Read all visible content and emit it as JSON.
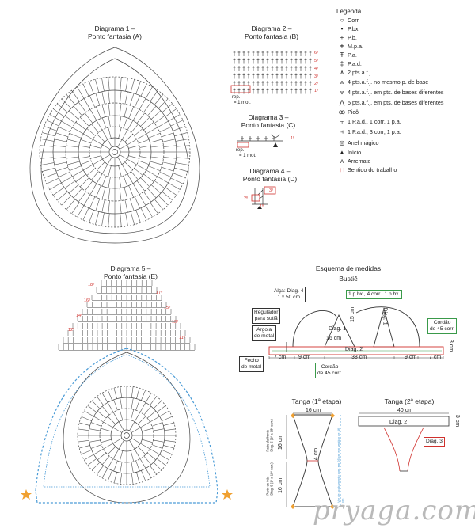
{
  "diagrams": {
    "d1": {
      "title1": "Diagrama 1 –",
      "title2": "Ponto fantasia (A)"
    },
    "d2": {
      "title1": "Diagrama 2 –",
      "title2": "Ponto fantasia (B)",
      "rows": [
        "6º",
        "5º",
        "4º",
        "3º",
        "2º",
        "1º"
      ],
      "rep": "rep.",
      "mot": "= 1 mot."
    },
    "d3": {
      "title1": "Diagrama 3 –",
      "title2": "Ponto fantasia (C)",
      "row": "1º",
      "rep": "rep.",
      "mot": "= 1 mot."
    },
    "d4": {
      "title1": "Diagrama 4 –",
      "title2": "Ponto fantasia (D)",
      "r3": "3º",
      "r2": "2º",
      "r1": "1º"
    },
    "d5": {
      "title1": "Diagrama 5 –",
      "title2": "Ponto fantasia (E)",
      "rows_left": [
        "18º",
        "16º",
        "14º",
        "12º"
      ],
      "rows_right": [
        "17º",
        "15º",
        "13º",
        "11º"
      ]
    }
  },
  "legend": {
    "title": "Legenda",
    "items": [
      {
        "sym": "○",
        "label": "Corr."
      },
      {
        "sym": "•",
        "label": "P.bx."
      },
      {
        "sym": "+",
        "label": "P.b."
      },
      {
        "sym": "ǂ",
        "label": "M.p.a."
      },
      {
        "sym": "Ŧ",
        "label": "P.a."
      },
      {
        "sym": "‡",
        "label": "P.a.d."
      },
      {
        "sym": "∧",
        "label": "2 pts.a.f.j."
      },
      {
        "sym": "⩚",
        "label": "4 pts.a.f.j. no mesmo p. de base"
      },
      {
        "sym": "⩛",
        "label": "4 pts.a.f.j. em pts. de bases diferentes"
      },
      {
        "sym": "⋀",
        "label": "5 pts.a.f.j. em pts. de bases diferentes"
      },
      {
        "sym": "ꝏ",
        "label": "Picô"
      },
      {
        "sym": "⫟",
        "label": "1 P.a.d., 1 corr, 1 p.a."
      },
      {
        "sym": "⫞",
        "label": "1 P.a.d., 3 corr, 1 p.a."
      },
      {
        "sym": "◎",
        "label": "Anel mágico"
      },
      {
        "sym": "▲",
        "label": "Início"
      },
      {
        "sym": "⋏",
        "label": "Arremate"
      },
      {
        "sym": "↑↑",
        "label": "Sentido do trabalho"
      }
    ]
  },
  "schema": {
    "title": "Esquema de medidas",
    "subtitle": "Bustiê",
    "alca": "Alça: Diag. 4\n1 x 50 cm",
    "regulador": "Regulador\npara sutiã",
    "argola": "Argola\nde metal",
    "fecho": "Fecho\nde metal",
    "green_top": "1 p.bx., 4 corr., 1 p.bx.",
    "cordao_right": "Cordão\nde 45 corr.",
    "cordao_bottom": "Cordão\nde 45 corr.",
    "diag1a": "Diag. 1",
    "diag1b": "Diag. 1",
    "cm16": "16 cm",
    "cm15": "15 cm",
    "diag2": "Diag. 2",
    "meas": [
      "7 cm",
      "9 cm",
      "38 cm",
      "9 cm",
      "7 cm"
    ],
    "cm3": "3 cm"
  },
  "tanga1": {
    "title": "Tanga (1ª etapa)",
    "top": "16 cm",
    "left_top": "16 cm",
    "left_bottom": "16 cm",
    "mid": "4 cm",
    "side_top": "Parte da frente\nDiag. 5 (1º a 18º carr.)",
    "side_bottom": "Parte de trás\nDiag. 5 (1º a 18º carr.)",
    "right": "Ver de acabamento corr. em 95 cm em sentido de 46 cm"
  },
  "tanga2": {
    "title": "Tanga (2ª etapa)",
    "top": "40 cm",
    "cm3": "3 cm",
    "diag2": "Diag. 2",
    "diag3": "Diag. 3"
  },
  "watermark": "pryaga.com",
  "colors": {
    "red": "#d0312d",
    "blue": "#4a9bd6",
    "green": "#3a9a4a",
    "orange": "#f0a030"
  }
}
